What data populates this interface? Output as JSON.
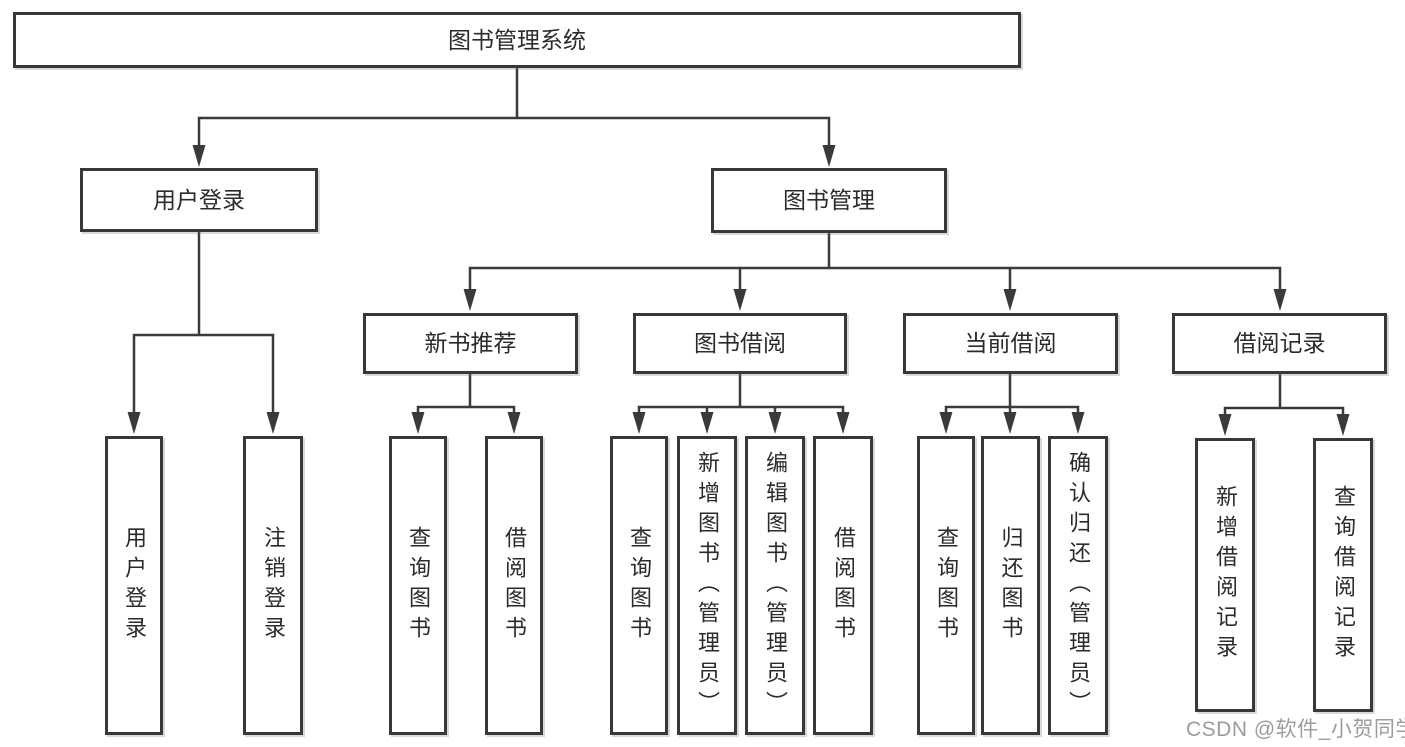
{
  "diagram": {
    "watermark": "CSDN @软件_小贺同学",
    "colors": {
      "line": "#3a3a3a",
      "box_border": "#383838",
      "box_background": "#ffffff",
      "label_text": "#2b2b2b",
      "watermark_text": "#9c9c9c",
      "background": "#ffffff"
    },
    "tree": {
      "label": "图书管理系统",
      "children": [
        {
          "label": "用户登录",
          "children": [
            {
              "label": "用户登录"
            },
            {
              "label": "注销登录"
            }
          ]
        },
        {
          "label": "图书管理",
          "children": [
            {
              "label": "新书推荐",
              "children": [
                {
                  "label": "查询图书"
                },
                {
                  "label": "借阅图书"
                }
              ]
            },
            {
              "label": "图书借阅",
              "children": [
                {
                  "label": "查询图书"
                },
                {
                  "label": "新增图书（管理员）"
                },
                {
                  "label": "编辑图书（管理员）"
                },
                {
                  "label": "借阅图书"
                }
              ]
            },
            {
              "label": "当前借阅",
              "children": [
                {
                  "label": "查询图书"
                },
                {
                  "label": "归还图书"
                },
                {
                  "label": "确认归还（管理员）"
                }
              ]
            },
            {
              "label": "借阅记录",
              "children": [
                {
                  "label": "新增借阅记录"
                },
                {
                  "label": "查询借阅记录"
                }
              ]
            }
          ]
        }
      ]
    }
  }
}
